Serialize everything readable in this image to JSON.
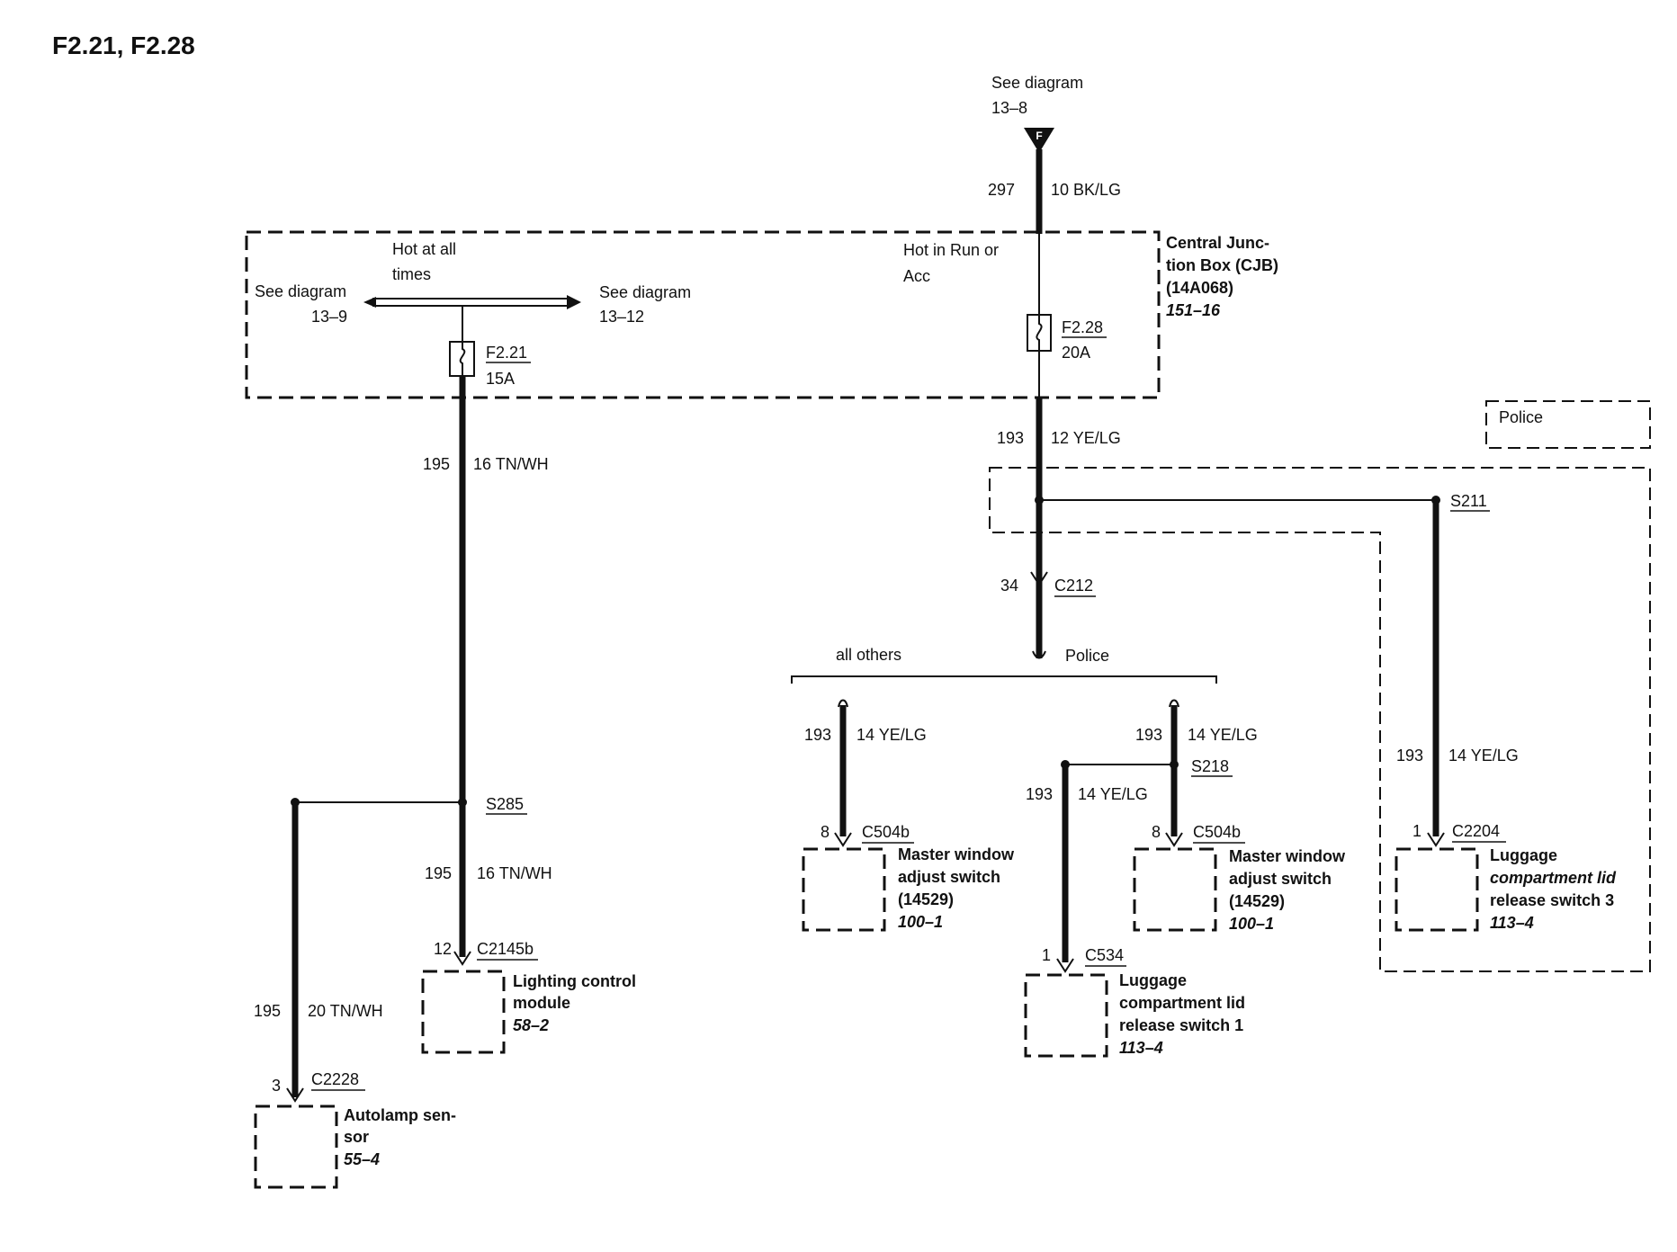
{
  "title": "F2.21, F2.28",
  "top_feed": {
    "see_diagram": "See diagram",
    "ref": "13–8",
    "connector_letter": "F",
    "circuit": "297",
    "wire": "10 BK/LG"
  },
  "cjb": {
    "name_line1": "Central Junc-",
    "name_line2": "tion Box (CJB)",
    "part": "(14A068)",
    "ref": "151–16",
    "hot_all_line1": "Hot at all",
    "hot_all_line2": "times",
    "hot_run_line1": "Hot in Run or",
    "hot_run_line2": "Acc",
    "see_left": "See diagram",
    "see_left_ref": "13–9",
    "see_right": "See diagram",
    "see_right_ref": "13–12",
    "fuse1_name": "F2.21",
    "fuse1_rating": "15A",
    "fuse2_name": "F2.28",
    "fuse2_rating": "20A"
  },
  "left_branch": {
    "circuit_top": "195",
    "wire_top": "16 TN/WH",
    "splice": "S285",
    "circuit_mid": "195",
    "wire_mid": "16 TN/WH",
    "lcm_pin": "12",
    "lcm_connector": "C2145b",
    "lcm_line1": "Lighting control",
    "lcm_line2": "module",
    "lcm_ref": "58–2",
    "auto_circuit": "195",
    "auto_wire": "20 TN/WH",
    "auto_pin": "3",
    "auto_connector": "C2228",
    "auto_line1": "Autolamp sen-",
    "auto_line2": "sor",
    "auto_ref": "55–4"
  },
  "right_branch": {
    "circuit": "193",
    "wire": "12 YE/LG",
    "police_label": "Police",
    "splice_s211": "S211",
    "c212_pin": "34",
    "c212": "C212",
    "all_others": "all others",
    "police": "Police",
    "mw1_circuit": "193",
    "mw1_wire": "14 YE/LG",
    "mw1_pin": "8",
    "mw1_connector": "C504b",
    "mw1_line1": "Master window",
    "mw1_line2": "adjust switch",
    "mw1_part": "(14529)",
    "mw1_ref": "100–1",
    "mw2_circuit": "193",
    "mw2_wire": "14 YE/LG",
    "splice_s218": "S218",
    "mw2_pin": "8",
    "mw2_connector": "C504b",
    "mw2_line1": "Master window",
    "mw2_line2": "adjust switch",
    "mw2_part": "(14529)",
    "mw2_ref": "100–1",
    "lc1_circuit": "193",
    "lc1_wire": "14 YE/LG",
    "lc1_pin": "1",
    "lc1_connector": "C534",
    "lc1_line1": "Luggage",
    "lc1_line2": "compartment lid",
    "lc1_line3": "release switch 1",
    "lc1_ref": "113–4",
    "lc3_circuit": "193",
    "lc3_wire": "14 YE/LG",
    "lc3_pin": "1",
    "lc3_connector": "C2204",
    "lc3_line1": "Luggage",
    "lc3_line2": "compartment lid",
    "lc3_line3": "release switch 3",
    "lc3_ref": "113–4"
  }
}
